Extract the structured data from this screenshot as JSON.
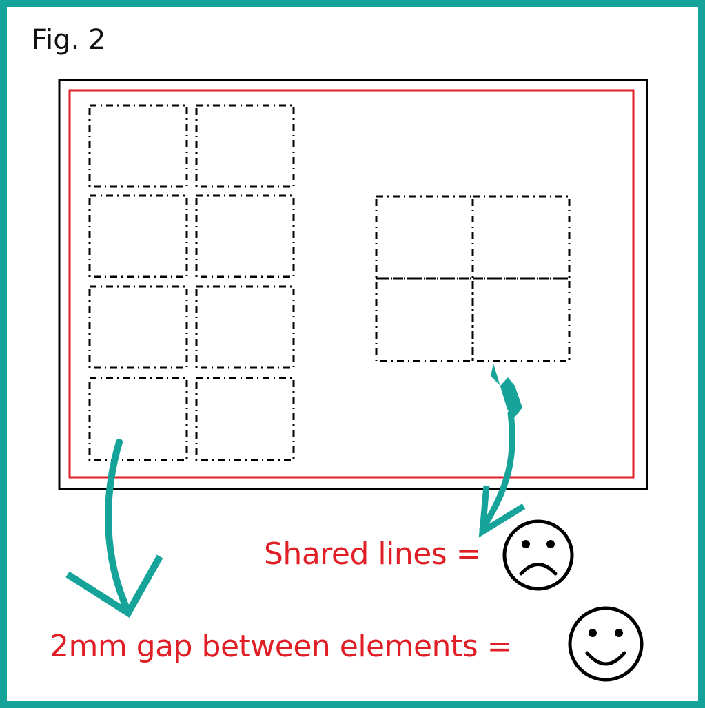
{
  "figure": {
    "label": "Fig. 2"
  },
  "captions": {
    "shared_lines": "Shared lines =",
    "gap": "2mm gap between elements ="
  },
  "colors": {
    "frame": "#16a39a",
    "arrow": "#16a39a",
    "bleed_line": "#e01e25",
    "caption_text": "#e01e25",
    "outline": "#000000"
  },
  "icons": {
    "shared_lines": "sad-face-icon",
    "gap": "smiley-face-icon"
  }
}
